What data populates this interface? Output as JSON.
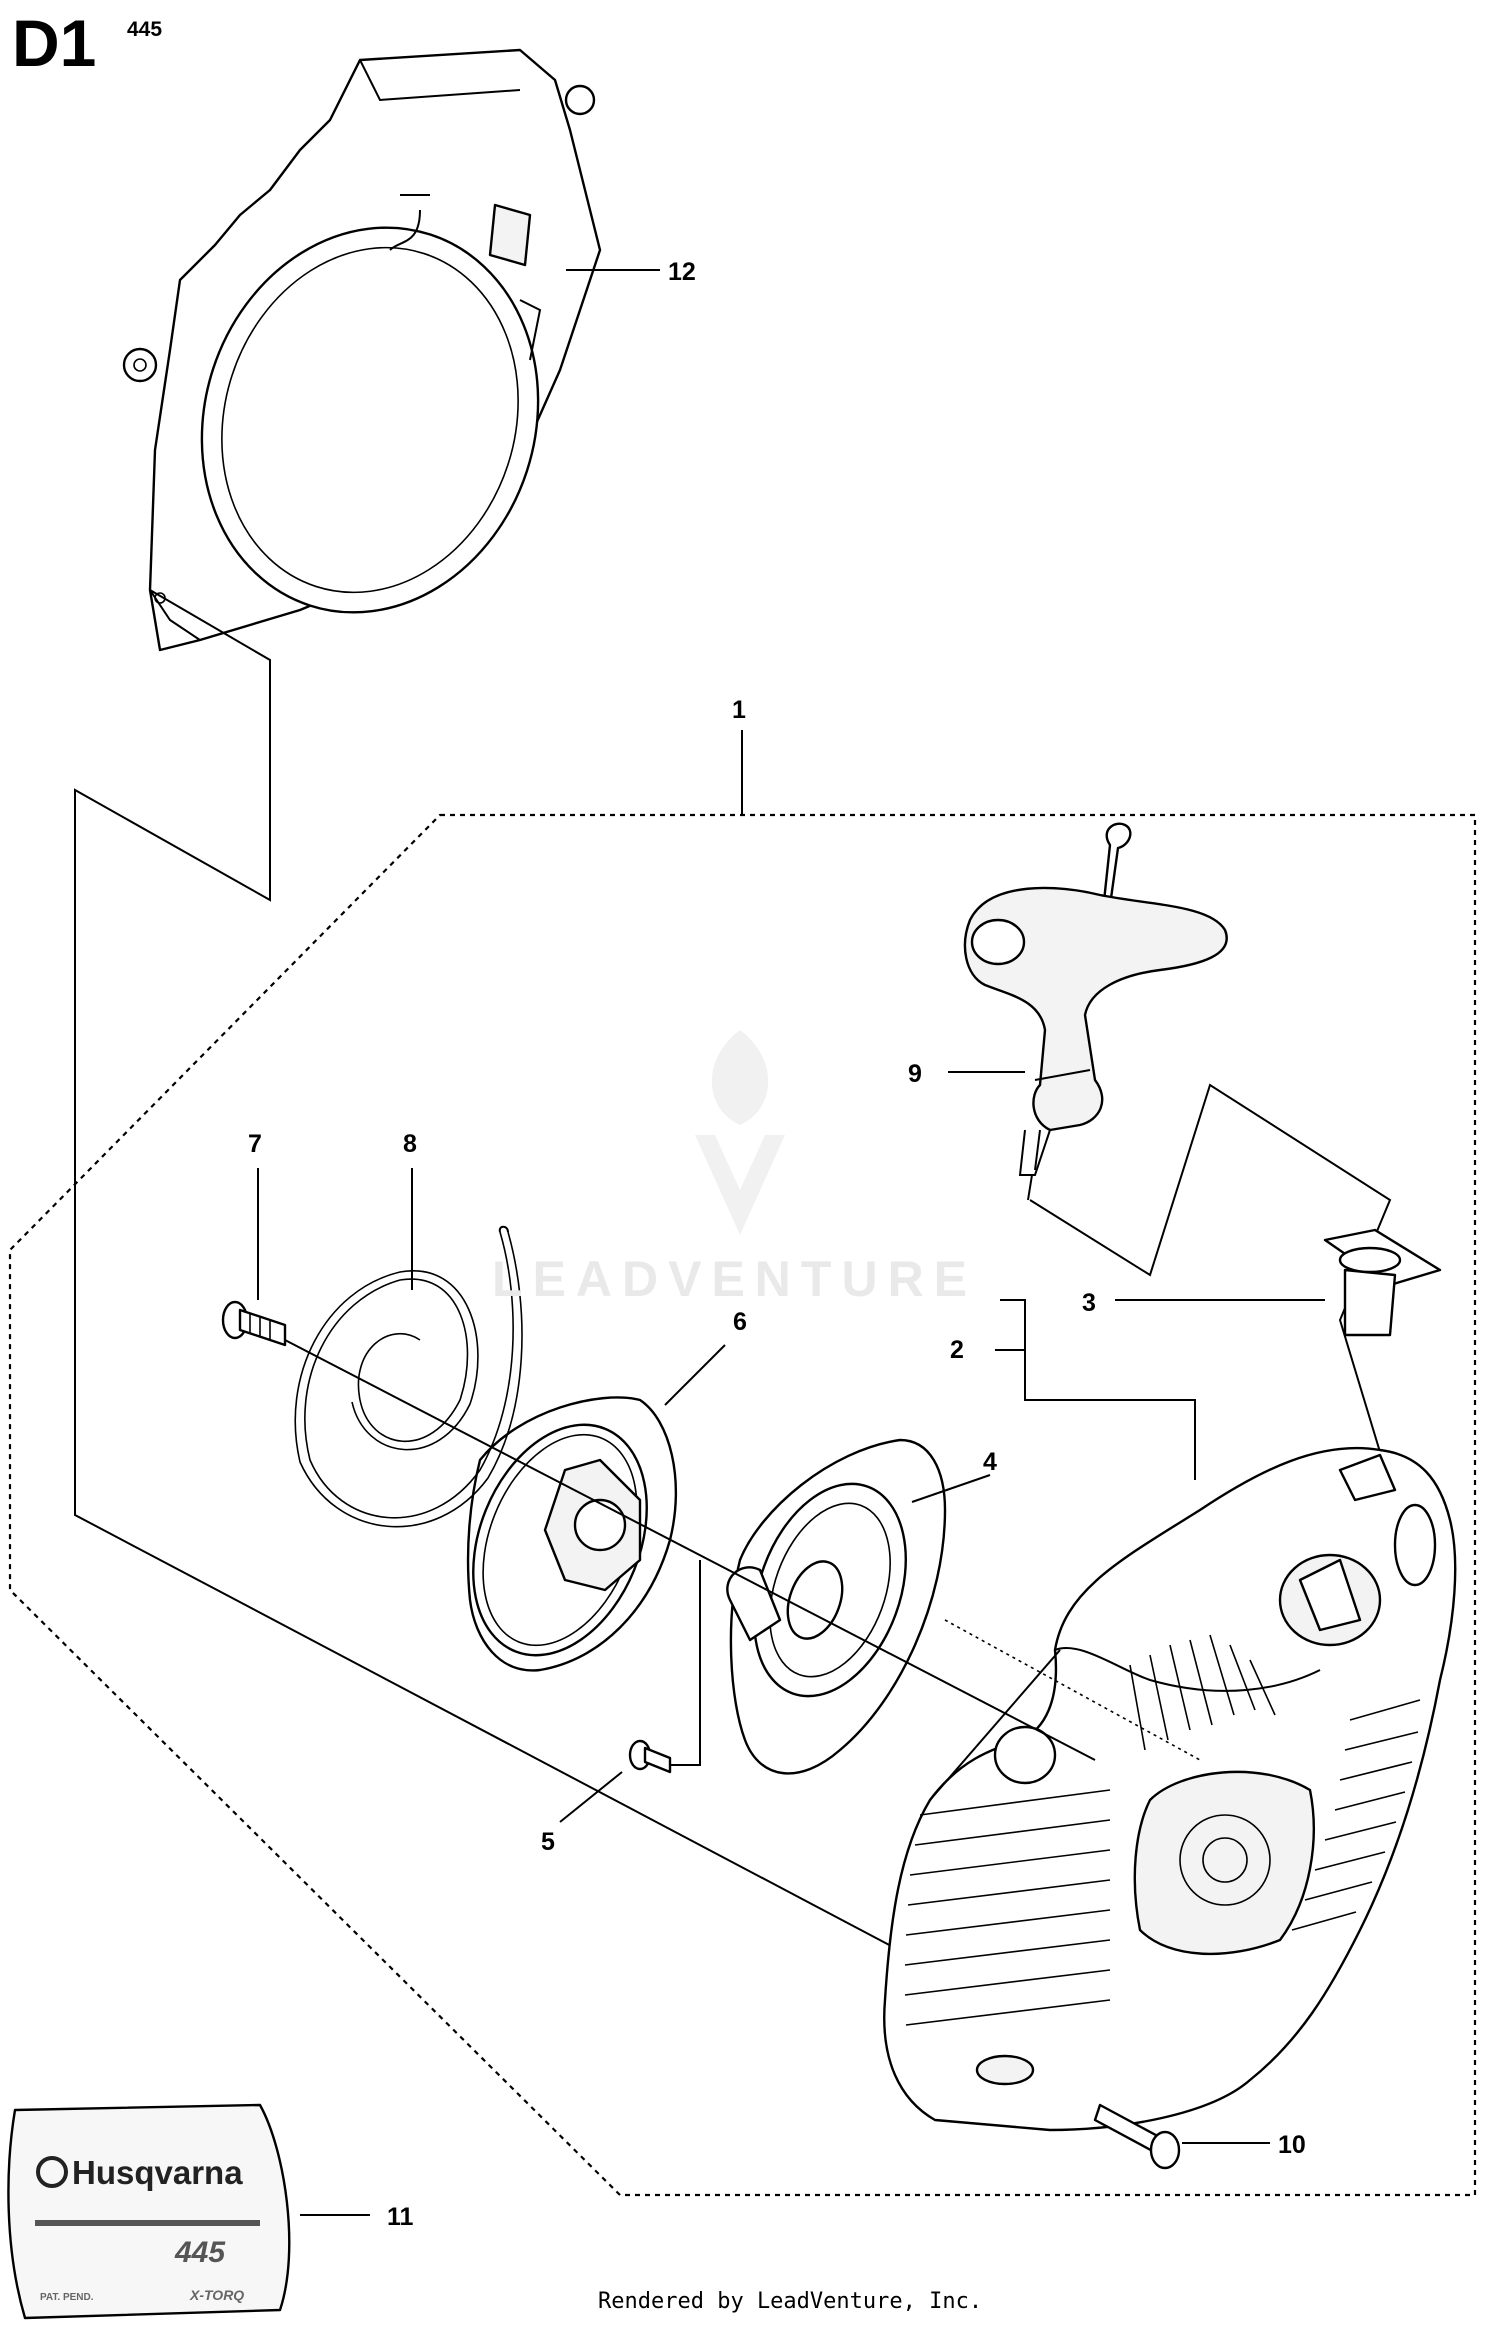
{
  "header": {
    "section": "D1",
    "model": "445"
  },
  "callouts": [
    {
      "id": "c1",
      "label": "1"
    },
    {
      "id": "c2",
      "label": "2"
    },
    {
      "id": "c3",
      "label": "3"
    },
    {
      "id": "c4",
      "label": "4"
    },
    {
      "id": "c5",
      "label": "5"
    },
    {
      "id": "c6",
      "label": "6"
    },
    {
      "id": "c7",
      "label": "7"
    },
    {
      "id": "c8",
      "label": "8"
    },
    {
      "id": "c9",
      "label": "9"
    },
    {
      "id": "c10",
      "label": "10"
    },
    {
      "id": "c11",
      "label": "11"
    },
    {
      "id": "c12",
      "label": "12"
    }
  ],
  "decal": {
    "brand": "Husqvarna",
    "model": "445",
    "pat": "PAT. PEND.",
    "xtorq": "X-TORQ"
  },
  "watermark": {
    "text": "LEADVENTURE"
  },
  "footer": {
    "credit": "Rendered by LeadVenture, Inc."
  },
  "colors": {
    "line": "#000000",
    "background": "#ffffff",
    "watermark": "#e9e9e9"
  }
}
